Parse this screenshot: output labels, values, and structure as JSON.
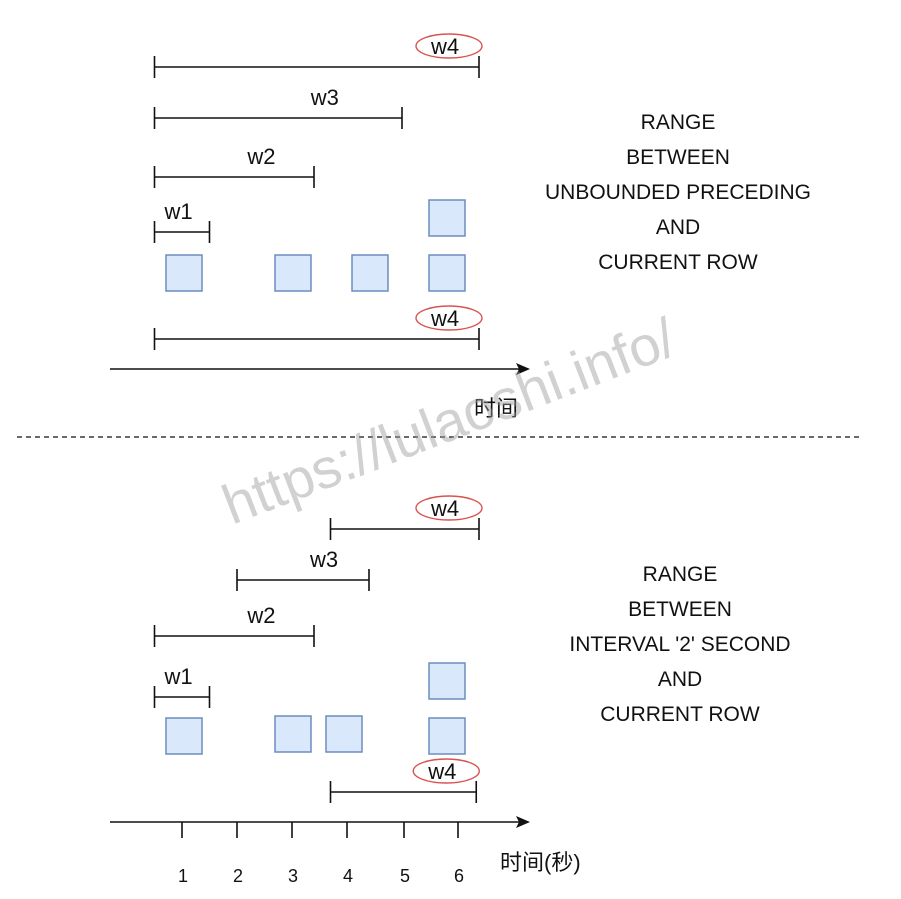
{
  "top": {
    "description": [
      "RANGE",
      "BETWEEN",
      "UNBOUNDED PRECEDING",
      "AND",
      "CURRENT ROW"
    ],
    "windows": [
      {
        "label": "w4",
        "from": 0.5,
        "to": 6.4,
        "highlighted": true
      },
      {
        "label": "w3",
        "from": 0.5,
        "to": 5.0,
        "highlighted": false
      },
      {
        "label": "w2",
        "from": 0.5,
        "to": 3.4,
        "highlighted": false
      },
      {
        "label": "w1",
        "from": 0.5,
        "to": 1.5,
        "highlighted": false
      }
    ],
    "current_window": {
      "label": "w4",
      "from": 0.5,
      "to": 6.4,
      "highlighted": true
    },
    "axis_label": "时间"
  },
  "bottom": {
    "description": [
      "RANGE",
      "BETWEEN",
      "INTERVAL '2' SECOND",
      "AND",
      "CURRENT ROW"
    ],
    "windows": [
      {
        "label": "w4",
        "from": 3.7,
        "to": 6.4,
        "highlighted": true
      },
      {
        "label": "w3",
        "from": 2.0,
        "to": 4.4,
        "highlighted": false
      },
      {
        "label": "w2",
        "from": 0.5,
        "to": 3.4,
        "highlighted": false
      },
      {
        "label": "w1",
        "from": 0.5,
        "to": 1.5,
        "highlighted": false
      }
    ],
    "current_window": {
      "label": "w4",
      "from": 3.7,
      "to": 6.35,
      "highlighted": true
    },
    "axis_label": "时间(秒)",
    "ticks": [
      "1",
      "2",
      "3",
      "4",
      "5",
      "6"
    ]
  },
  "watermark": "https://lulaoshi.info/",
  "colors": {
    "event_fill": "#dae8fc",
    "event_stroke": "#6c8ebf",
    "highlight": "#d9534f",
    "line": "#111111"
  }
}
